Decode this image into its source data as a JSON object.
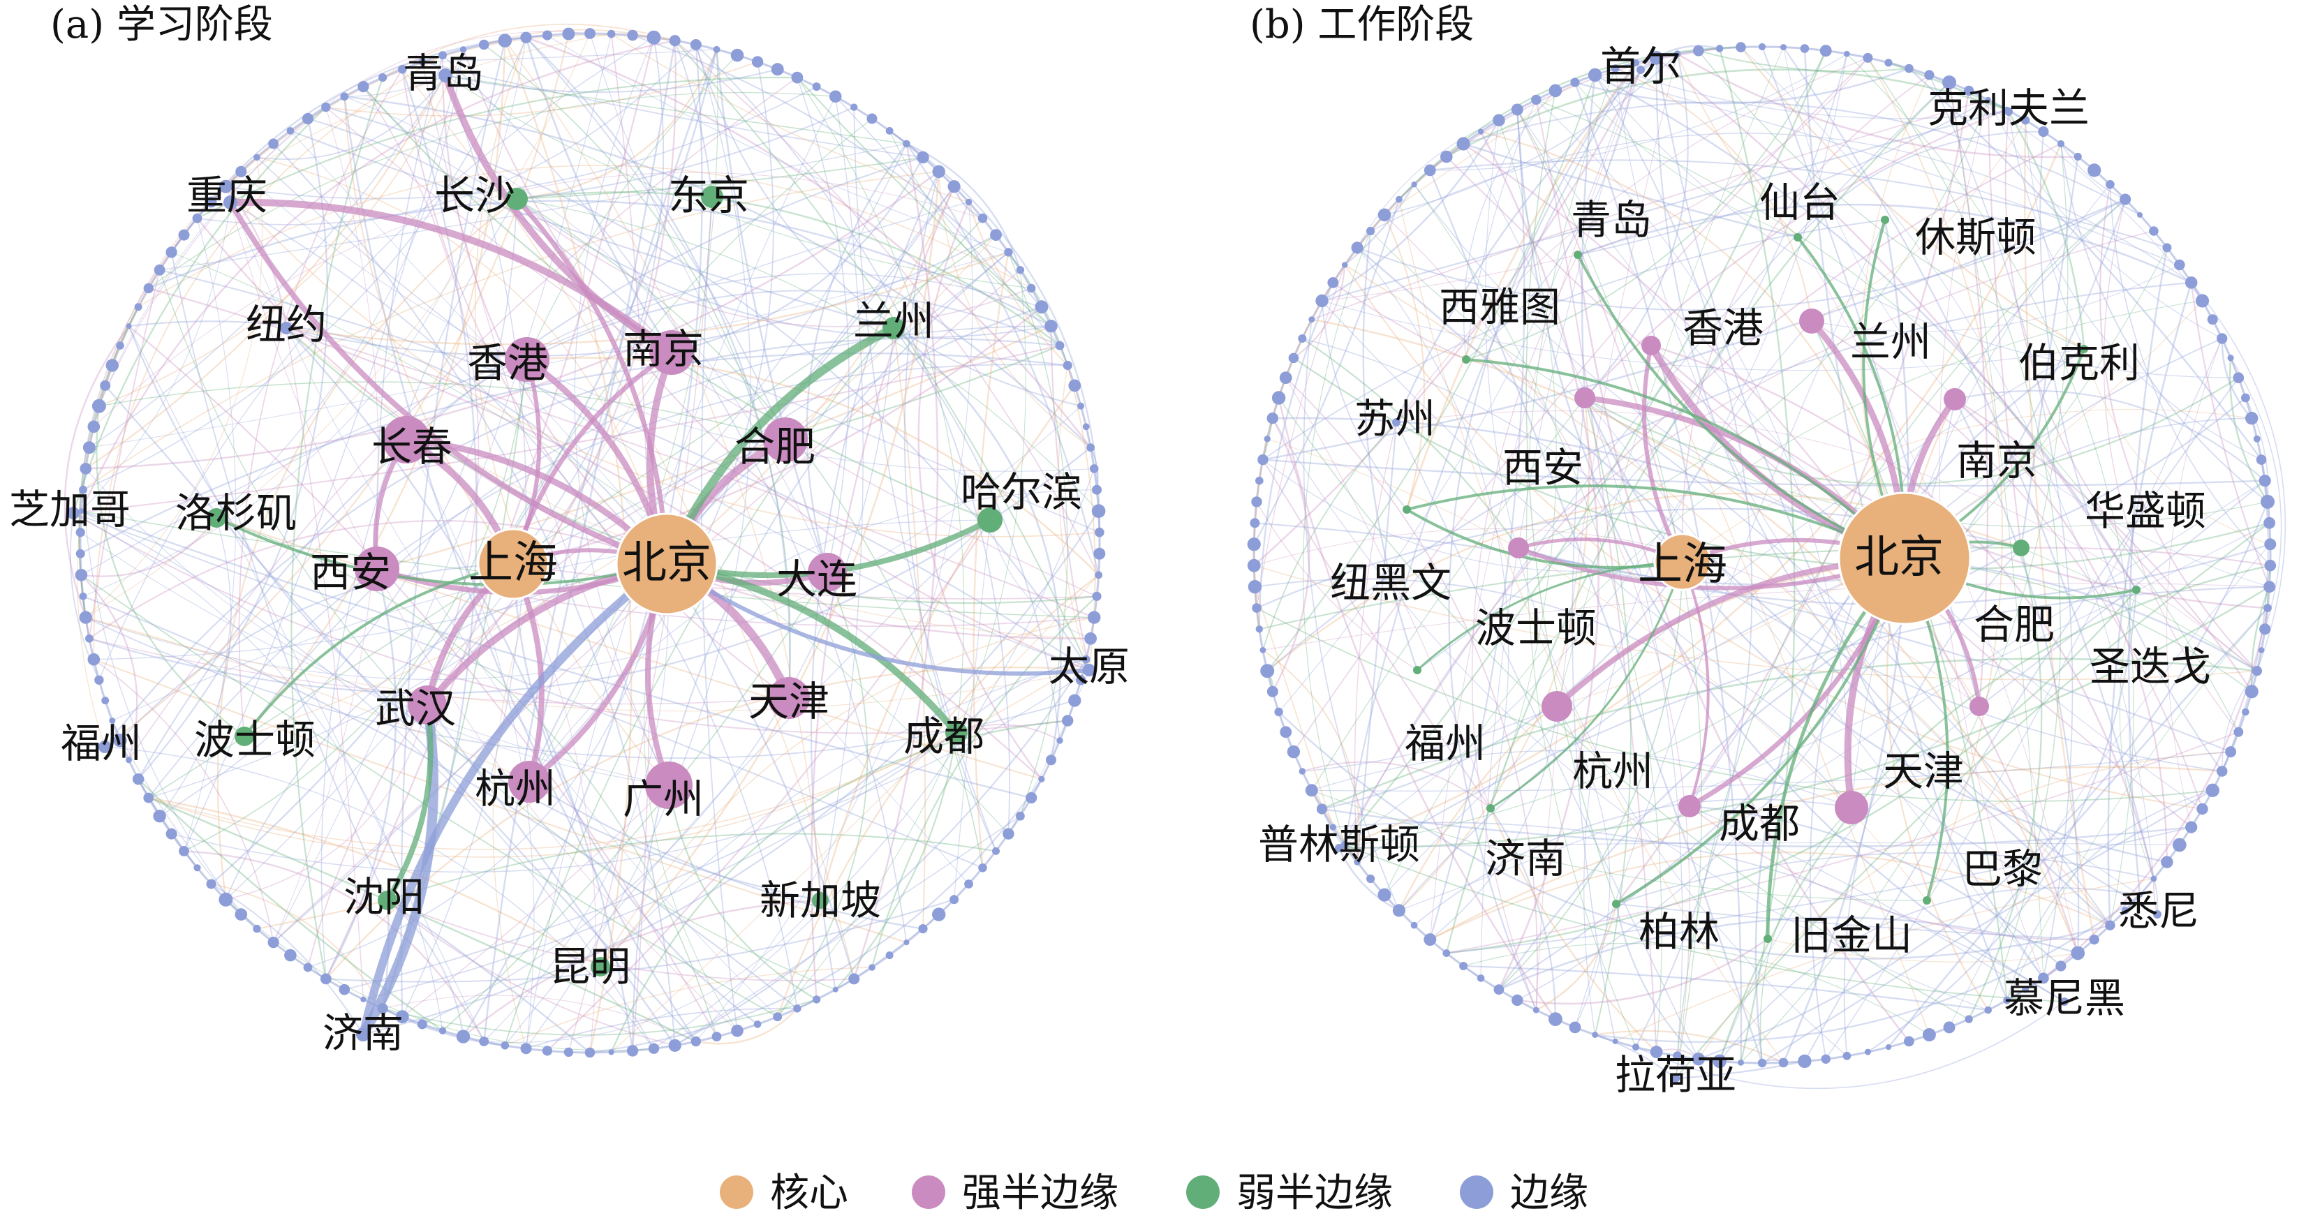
{
  "colors": {
    "core": "#E8B07A",
    "strong": "#C98BC0",
    "weak": "#62AE78",
    "edge": "#8D9DD8"
  },
  "legend": [
    {
      "key": "core",
      "label": "核心"
    },
    {
      "key": "strong",
      "label": "强半边缘"
    },
    {
      "key": "weak",
      "label": "弱半边缘"
    },
    {
      "key": "edge",
      "label": "边缘"
    }
  ],
  "panels": [
    {
      "id": "a",
      "title": "(a) 学习阶段",
      "nodes": [
        {
          "label": "北京",
          "class": "core"
        },
        {
          "label": "上海",
          "class": "core"
        },
        {
          "label": "南京",
          "class": "strong"
        },
        {
          "label": "香港",
          "class": "strong"
        },
        {
          "label": "合肥",
          "class": "strong"
        },
        {
          "label": "长春",
          "class": "strong"
        },
        {
          "label": "西安",
          "class": "strong"
        },
        {
          "label": "大连",
          "class": "strong"
        },
        {
          "label": "天津",
          "class": "strong"
        },
        {
          "label": "武汉",
          "class": "strong"
        },
        {
          "label": "杭州",
          "class": "strong"
        },
        {
          "label": "广州",
          "class": "strong"
        },
        {
          "label": "长沙",
          "class": "weak"
        },
        {
          "label": "东京",
          "class": "weak"
        },
        {
          "label": "兰州",
          "class": "weak"
        },
        {
          "label": "哈尔滨",
          "class": "weak"
        },
        {
          "label": "洛杉矶",
          "class": "weak"
        },
        {
          "label": "波士顿",
          "class": "weak"
        },
        {
          "label": "成都",
          "class": "weak"
        },
        {
          "label": "沈阳",
          "class": "weak"
        },
        {
          "label": "昆明",
          "class": "weak"
        },
        {
          "label": "新加坡",
          "class": "weak"
        },
        {
          "label": "青岛",
          "class": "edge"
        },
        {
          "label": "重庆",
          "class": "edge"
        },
        {
          "label": "纽约",
          "class": "edge"
        },
        {
          "label": "芝加哥",
          "class": "edge"
        },
        {
          "label": "福州",
          "class": "edge"
        },
        {
          "label": "太原",
          "class": "edge"
        },
        {
          "label": "济南",
          "class": "edge"
        }
      ]
    },
    {
      "id": "b",
      "title": "(b) 工作阶段",
      "nodes": [
        {
          "label": "北京",
          "class": "core"
        },
        {
          "label": "上海",
          "class": "core"
        },
        {
          "label": "香港",
          "class": "strong"
        },
        {
          "label": "兰州",
          "class": "strong"
        },
        {
          "label": "南京",
          "class": "strong"
        },
        {
          "label": "西安",
          "class": "strong"
        },
        {
          "label": "波士顿",
          "class": "strong"
        },
        {
          "label": "杭州",
          "class": "strong"
        },
        {
          "label": "成都",
          "class": "strong"
        },
        {
          "label": "天津",
          "class": "strong"
        },
        {
          "label": "合肥",
          "class": "strong"
        },
        {
          "label": "青岛",
          "class": "weak"
        },
        {
          "label": "仙台",
          "class": "weak"
        },
        {
          "label": "休斯顿",
          "class": "weak"
        },
        {
          "label": "西雅图",
          "class": "weak"
        },
        {
          "label": "伯克利",
          "class": "weak"
        },
        {
          "label": "华盛顿",
          "class": "weak"
        },
        {
          "label": "纽黑文",
          "class": "weak"
        },
        {
          "label": "圣迭戈",
          "class": "weak"
        },
        {
          "label": "福州",
          "class": "weak"
        },
        {
          "label": "济南",
          "class": "weak"
        },
        {
          "label": "柏林",
          "class": "weak"
        },
        {
          "label": "旧金山",
          "class": "weak"
        },
        {
          "label": "巴黎",
          "class": "weak"
        },
        {
          "label": "首尔",
          "class": "edge"
        },
        {
          "label": "克利夫兰",
          "class": "edge"
        },
        {
          "label": "苏州",
          "class": "edge"
        },
        {
          "label": "普林斯顿",
          "class": "edge"
        },
        {
          "label": "悉尼",
          "class": "edge"
        },
        {
          "label": "慕尼黑",
          "class": "edge"
        },
        {
          "label": "拉荷亚",
          "class": "edge"
        }
      ]
    }
  ]
}
